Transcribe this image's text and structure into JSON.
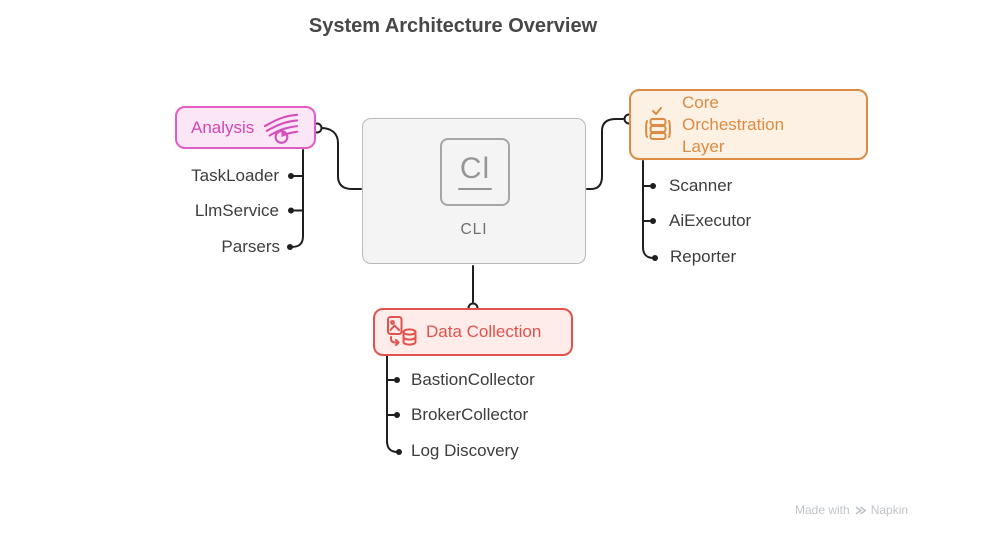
{
  "title": "System Architecture Overview",
  "center_node": {
    "label": "CLI",
    "icon_text": "Cl"
  },
  "groups": [
    {
      "label": "Analysis",
      "icon": "flow-clock-icon",
      "items": [
        "TaskLoader",
        "LlmService",
        "Parsers"
      ]
    },
    {
      "label": "Core Orchestration Layer",
      "icon": "orchestration-stack-icon",
      "items": [
        "Scanner",
        "AiExecutor",
        "Reporter"
      ]
    },
    {
      "label": "Data Collection",
      "icon": "file-to-database-icon",
      "items": [
        "BastionCollector",
        "BrokerCollector",
        "Log Discovery"
      ]
    }
  ],
  "watermark": {
    "prefix": "Made with",
    "brand": "Napkin"
  },
  "colors": {
    "analysis_accent": "#cf48b4",
    "analysis_border": "#e55bc6",
    "analysis_fill": "#fae6f5",
    "core_accent": "#dd8b42",
    "core_fill": "#fcf1e3",
    "data_accent": "#e2524b",
    "data_fill": "#fdecea",
    "node_fill": "#f4f4f4",
    "node_border": "#b9b9b9",
    "connector": "#1e1e1e",
    "item_text": "#3d3d3d",
    "title_text": "#474747",
    "watermark_text": "#bfc4c9"
  }
}
